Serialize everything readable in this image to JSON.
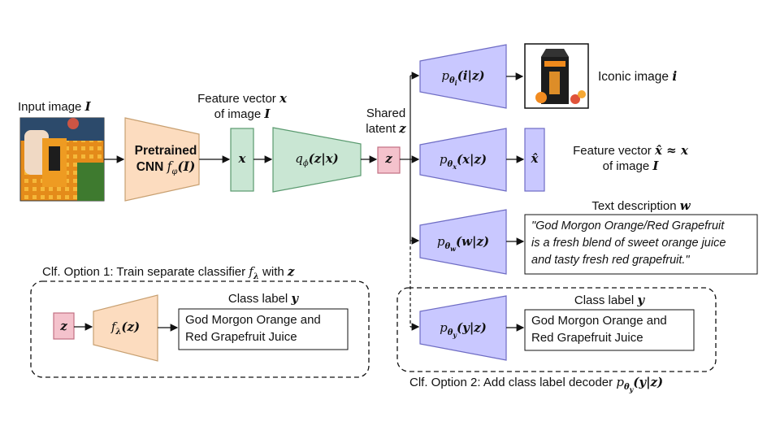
{
  "colors": {
    "cnn_fill": "#fcdcbf",
    "cnn_stroke": "#c8a071",
    "feature_fill": "#c9e6d3",
    "feature_stroke": "#5a9a6f",
    "latent_fill": "#f4c2cc",
    "latent_stroke": "#c27083",
    "decoder_fill": "#c9c8ff",
    "decoder_stroke": "#6e6cc4",
    "classifier_fill": "#fcdcbf"
  },
  "input": {
    "label": "Input image",
    "symbol": "I",
    "image_icon": "photo-juice-shelf-icon"
  },
  "cnn": {
    "line1": "Pretrained",
    "line2": "CNN",
    "func": "f",
    "sub": "φ",
    "arg": "(I)"
  },
  "feature_vector": {
    "title_line1": "Feature vector",
    "title_sym": "x",
    "title_line2": "of image",
    "title_sym2": "I",
    "symbol": "x"
  },
  "encoder": {
    "text": "q",
    "sub": "ϕ",
    "arg": "(z|x)"
  },
  "latent": {
    "line1": "Shared",
    "line2": "latent",
    "sym": "z",
    "symbol": "z"
  },
  "decoders": {
    "image": {
      "p": "p",
      "sub": "θ",
      "subsub": "i",
      "arg": "(i|z)",
      "output_label": "Iconic image",
      "output_sym": "i",
      "output_icon": "juice-carton-icon"
    },
    "feature": {
      "p": "p",
      "sub": "θ",
      "subsub": "x",
      "arg": "(x|z)",
      "output_symbol": "x̂",
      "label_line1": "Feature vector",
      "label_sym": "x̂ ≈ x",
      "label_line2": "of image",
      "label_sym2": "I"
    },
    "text": {
      "p": "p",
      "sub": "θ",
      "subsub": "w",
      "arg": "(w|z)",
      "title": "Text description",
      "title_sym": "w",
      "line1": "\"God Morgon Orange/Red Grapefruit",
      "line2": "is a fresh blend of sweet orange juice",
      "line3": "and tasty fresh red grapefruit.\""
    },
    "label": {
      "p": "p",
      "sub": "θ",
      "subsub": "y",
      "arg": "(y|z)"
    }
  },
  "option1": {
    "caption": "Clf. Option 1: Train separate classifier",
    "caption_sym": "f",
    "caption_sub": "λ",
    "caption_with": "with",
    "caption_sym2": "z",
    "latent": "z",
    "classifier": "f",
    "classifier_sub": "λ",
    "classifier_arg": "(z)",
    "title": "Class label",
    "title_sym": "y",
    "line1": "God Morgon Orange and",
    "line2": "Red Grapefruit Juice"
  },
  "option2": {
    "caption": "Clf. Option 2: Add class label decoder",
    "caption_sym": "p",
    "caption_sub": "θ",
    "caption_subsub": "y",
    "caption_arg": "(y|z)",
    "title": "Class label",
    "title_sym": "y",
    "line1": "God Morgon Orange and",
    "line2": "Red Grapefruit Juice"
  }
}
